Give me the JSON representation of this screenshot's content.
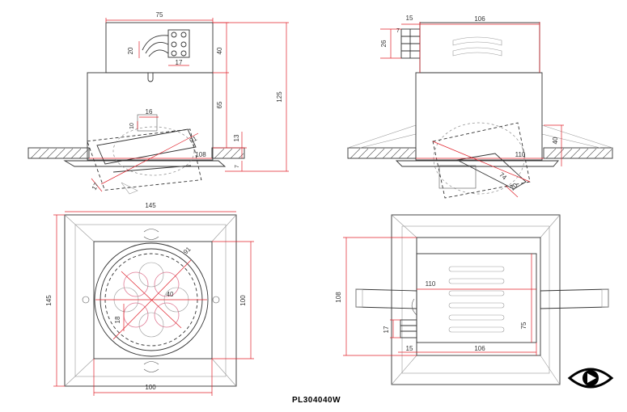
{
  "product_code": "PL304040W",
  "logo_icon": "eye-logo-icon",
  "views": {
    "side_view_1": {
      "dims": {
        "top_width": "75",
        "connector": "20",
        "connector_small": "17",
        "upper_h": "40",
        "body_h": "65",
        "total_h": "125",
        "lens_w": "16",
        "lens_h": "10",
        "diameter": "91",
        "cutout": "108",
        "ceiling": "13",
        "flange": "7",
        "tilt": "17"
      }
    },
    "side_view_2": {
      "dims": {
        "top_width": "106",
        "offset": "15",
        "small": "7",
        "height": "26",
        "cutout": "110",
        "depth": "40",
        "tilt_w": "74",
        "tilt_h": "20"
      }
    },
    "bottom_view_1": {
      "dims": {
        "outer": "145",
        "side": "145",
        "inner": "100",
        "bottom": "100",
        "diameter": "91",
        "lens": "40",
        "lens_side": "18"
      }
    },
    "top_view_2": {
      "dims": {
        "height": "108",
        "cutout": "110",
        "box_h": "75",
        "small": "17",
        "offset": "15",
        "width": "106"
      }
    }
  }
}
